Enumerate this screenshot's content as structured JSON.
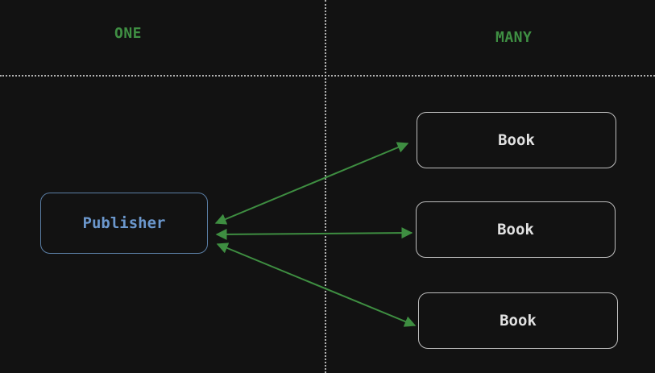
{
  "headers": {
    "left": "ONE",
    "right": "MANY"
  },
  "publisher": {
    "label": "Publisher"
  },
  "books": [
    {
      "label": "Book"
    },
    {
      "label": "Book"
    },
    {
      "label": "Book"
    }
  ],
  "colors": {
    "background": "#121212",
    "header_text": "#3f8f43",
    "publisher_border": "#5b7fa6",
    "publisher_text": "#6b97cc",
    "book_border": "#bdbdbd",
    "book_text": "#e2e2e2",
    "arrow": "#3e8e41",
    "divider": "#cfcfcf"
  }
}
